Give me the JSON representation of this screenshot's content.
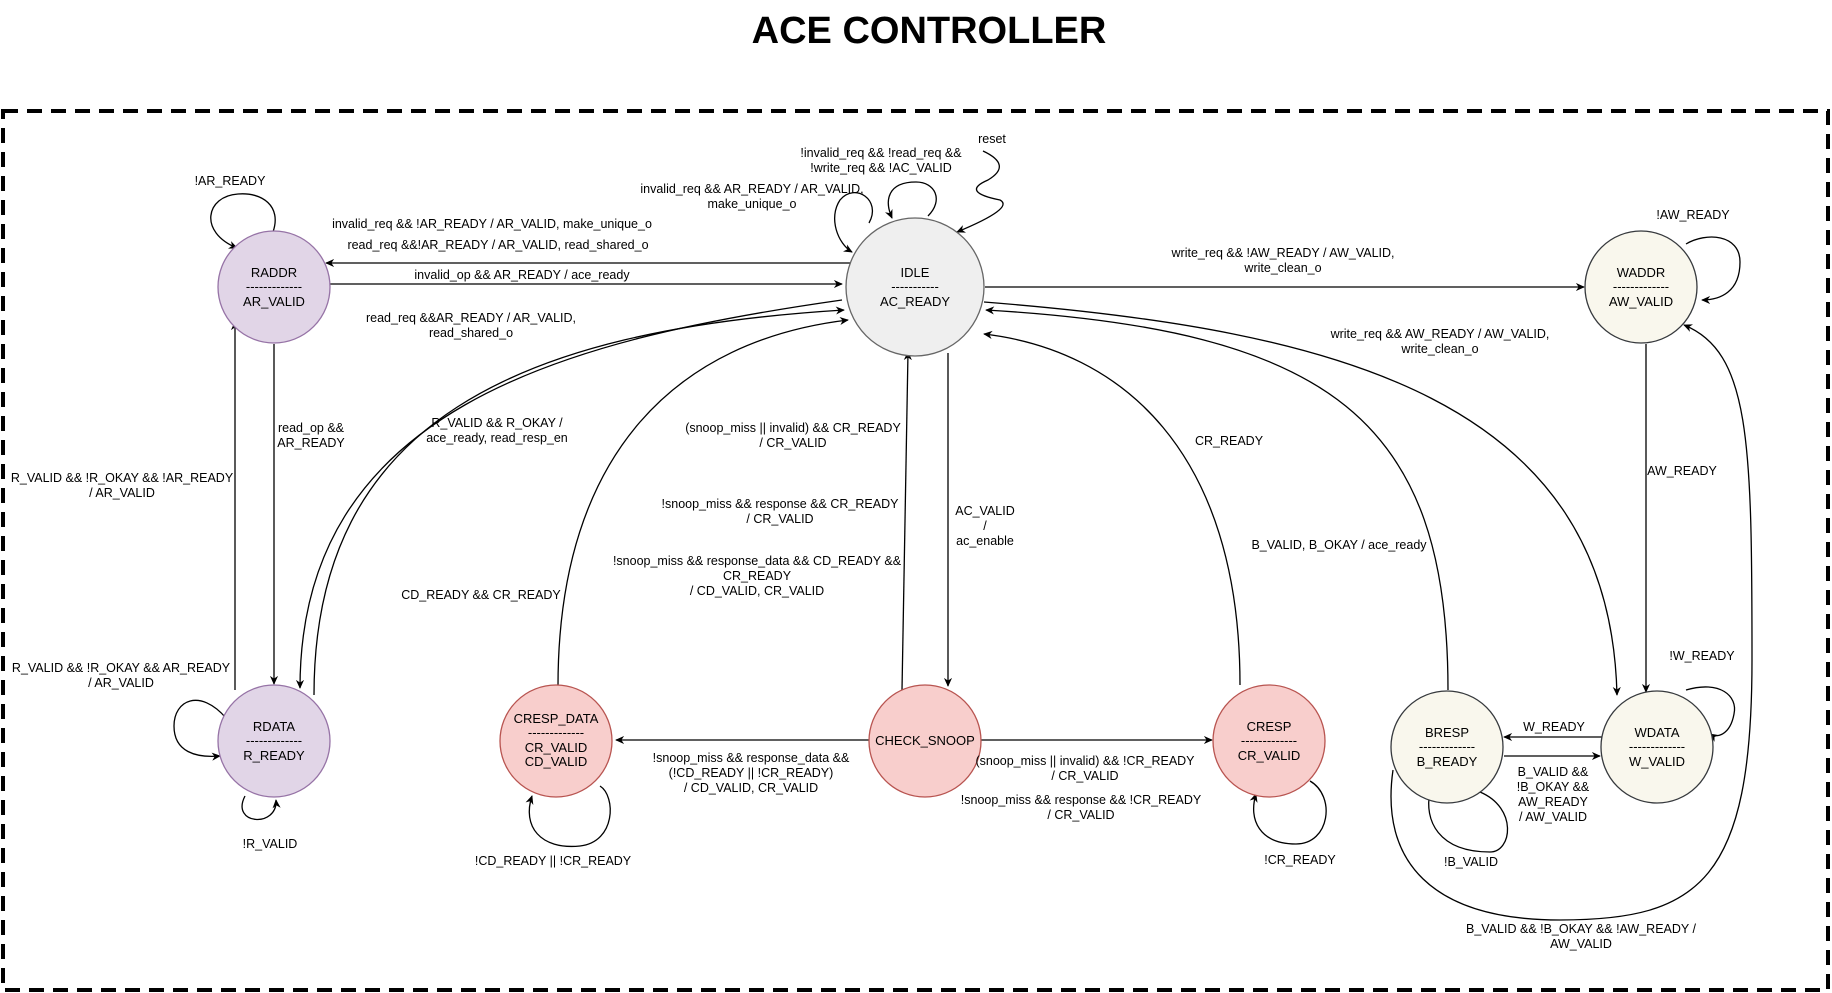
{
  "title": "ACE CONTROLLER",
  "colors": {
    "idle": "#efefef",
    "idle_stroke": "#666666",
    "read": "#e1d5e7",
    "read_stroke": "#9673a6",
    "snoop": "#f8cecc",
    "snoop_stroke": "#b85450",
    "write": "#f9f7ed",
    "write_stroke": "#36393d"
  },
  "states": {
    "idle": [
      "IDLE",
      "-----------",
      "AC_READY"
    ],
    "raddr": [
      "RADDR",
      "-------------",
      "AR_VALID"
    ],
    "rdata": [
      "RDATA",
      "-------------",
      "R_READY"
    ],
    "waddr": [
      "WADDR",
      "-------------",
      "AW_VALID"
    ],
    "wdata": [
      "WDATA",
      "-------------",
      "W_VALID"
    ],
    "bresp": [
      "BRESP",
      "-------------",
      "B_READY"
    ],
    "check_snoop": [
      "CHECK_SNOOP"
    ],
    "cresp_data": [
      "CRESP_DATA",
      "-------------",
      "CR_VALID",
      "CD_VALID"
    ],
    "cresp": [
      "CRESP",
      "-------------",
      "CR_VALID"
    ]
  },
  "labels": {
    "reset": [
      "reset"
    ],
    "idle_self": [
      "!invalid_req && !read_req &&",
      "!write_req && !AC_VALID"
    ],
    "idle_to_raddr_invalid": [
      "invalid_req && AR_READY / AR_VALID,",
      "make_unique_o"
    ],
    "raddr_self": [
      "!AR_READY"
    ],
    "idle_to_raddr": [
      "invalid_req && !AR_READY / AR_VALID, make_unique_o",
      "read_req &&!AR_READY / AR_VALID, read_shared_o"
    ],
    "raddr_to_idle": [
      "invalid_op && AR_READY / ace_ready"
    ],
    "idle_to_rdata": [
      "read_req &&AR_READY / AR_VALID,",
      "read_shared_o"
    ],
    "rdata_to_idle": [
      "R_VALID && R_OKAY /",
      "ace_ready, read_resp_en"
    ],
    "raddr_to_rdata": [
      "read_op &&",
      "AR_READY"
    ],
    "rdata_to_raddr": [
      "R_VALID && !R_OKAY && !AR_READY",
      "/ AR_VALID"
    ],
    "rdata_self_ar": [
      "R_VALID && !R_OKAY && AR_READY",
      "/ AR_VALID"
    ],
    "rdata_self": [
      "!R_VALID"
    ],
    "idle_to_waddr": [
      "write_req && !AW_READY / AW_VALID,",
      "write_clean_o"
    ],
    "idle_to_wdata": [
      "write_req && AW_READY / AW_VALID,",
      "write_clean_o"
    ],
    "waddr_self": [
      "!AW_READY"
    ],
    "waddr_to_wdata": [
      "AW_READY"
    ],
    "wdata_self": [
      "!W_READY"
    ],
    "wdata_to_bresp": [
      "W_READY"
    ],
    "bresp_to_wdata": [
      "B_VALID &&",
      "!B_OKAY &&",
      "AW_READY",
      "/ AW_VALID"
    ],
    "bresp_self": [
      "!B_VALID"
    ],
    "bresp_to_waddr": [
      "B_VALID && !B_OKAY && !AW_READY /",
      "AW_VALID"
    ],
    "bresp_to_idle": [
      "B_VALID, B_OKAY / ace_ready"
    ],
    "cresp_to_idle": [
      "CR_READY"
    ],
    "idle_to_check": [
      "AC_VALID",
      "/",
      "ac_enable"
    ],
    "check_to_idle_1": [
      "(snoop_miss || invalid) && CR_READY",
      "/ CR_VALID"
    ],
    "check_to_idle_2": [
      "!snoop_miss && response && CR_READY",
      "/  CR_VALID"
    ],
    "check_to_idle_3": [
      "!snoop_miss && response_data && CD_READY &&",
      "CR_READY",
      "/ CD_VALID, CR_VALID"
    ],
    "cresp_data_to_idle": [
      "CD_READY && CR_READY"
    ],
    "check_to_cresp_data": [
      "!snoop_miss && response_data &&",
      "(!CD_READY || !CR_READY)",
      "/  CD_VALID, CR_VALID"
    ],
    "cresp_data_self": [
      "!CD_READY || !CR_READY"
    ],
    "check_to_cresp_1": [
      "(snoop_miss || invalid) && !CR_READY",
      "/ CR_VALID"
    ],
    "check_to_cresp_2": [
      "!snoop_miss && response && !CR_READY",
      "/  CR_VALID"
    ],
    "cresp_self": [
      "!CR_READY"
    ]
  }
}
